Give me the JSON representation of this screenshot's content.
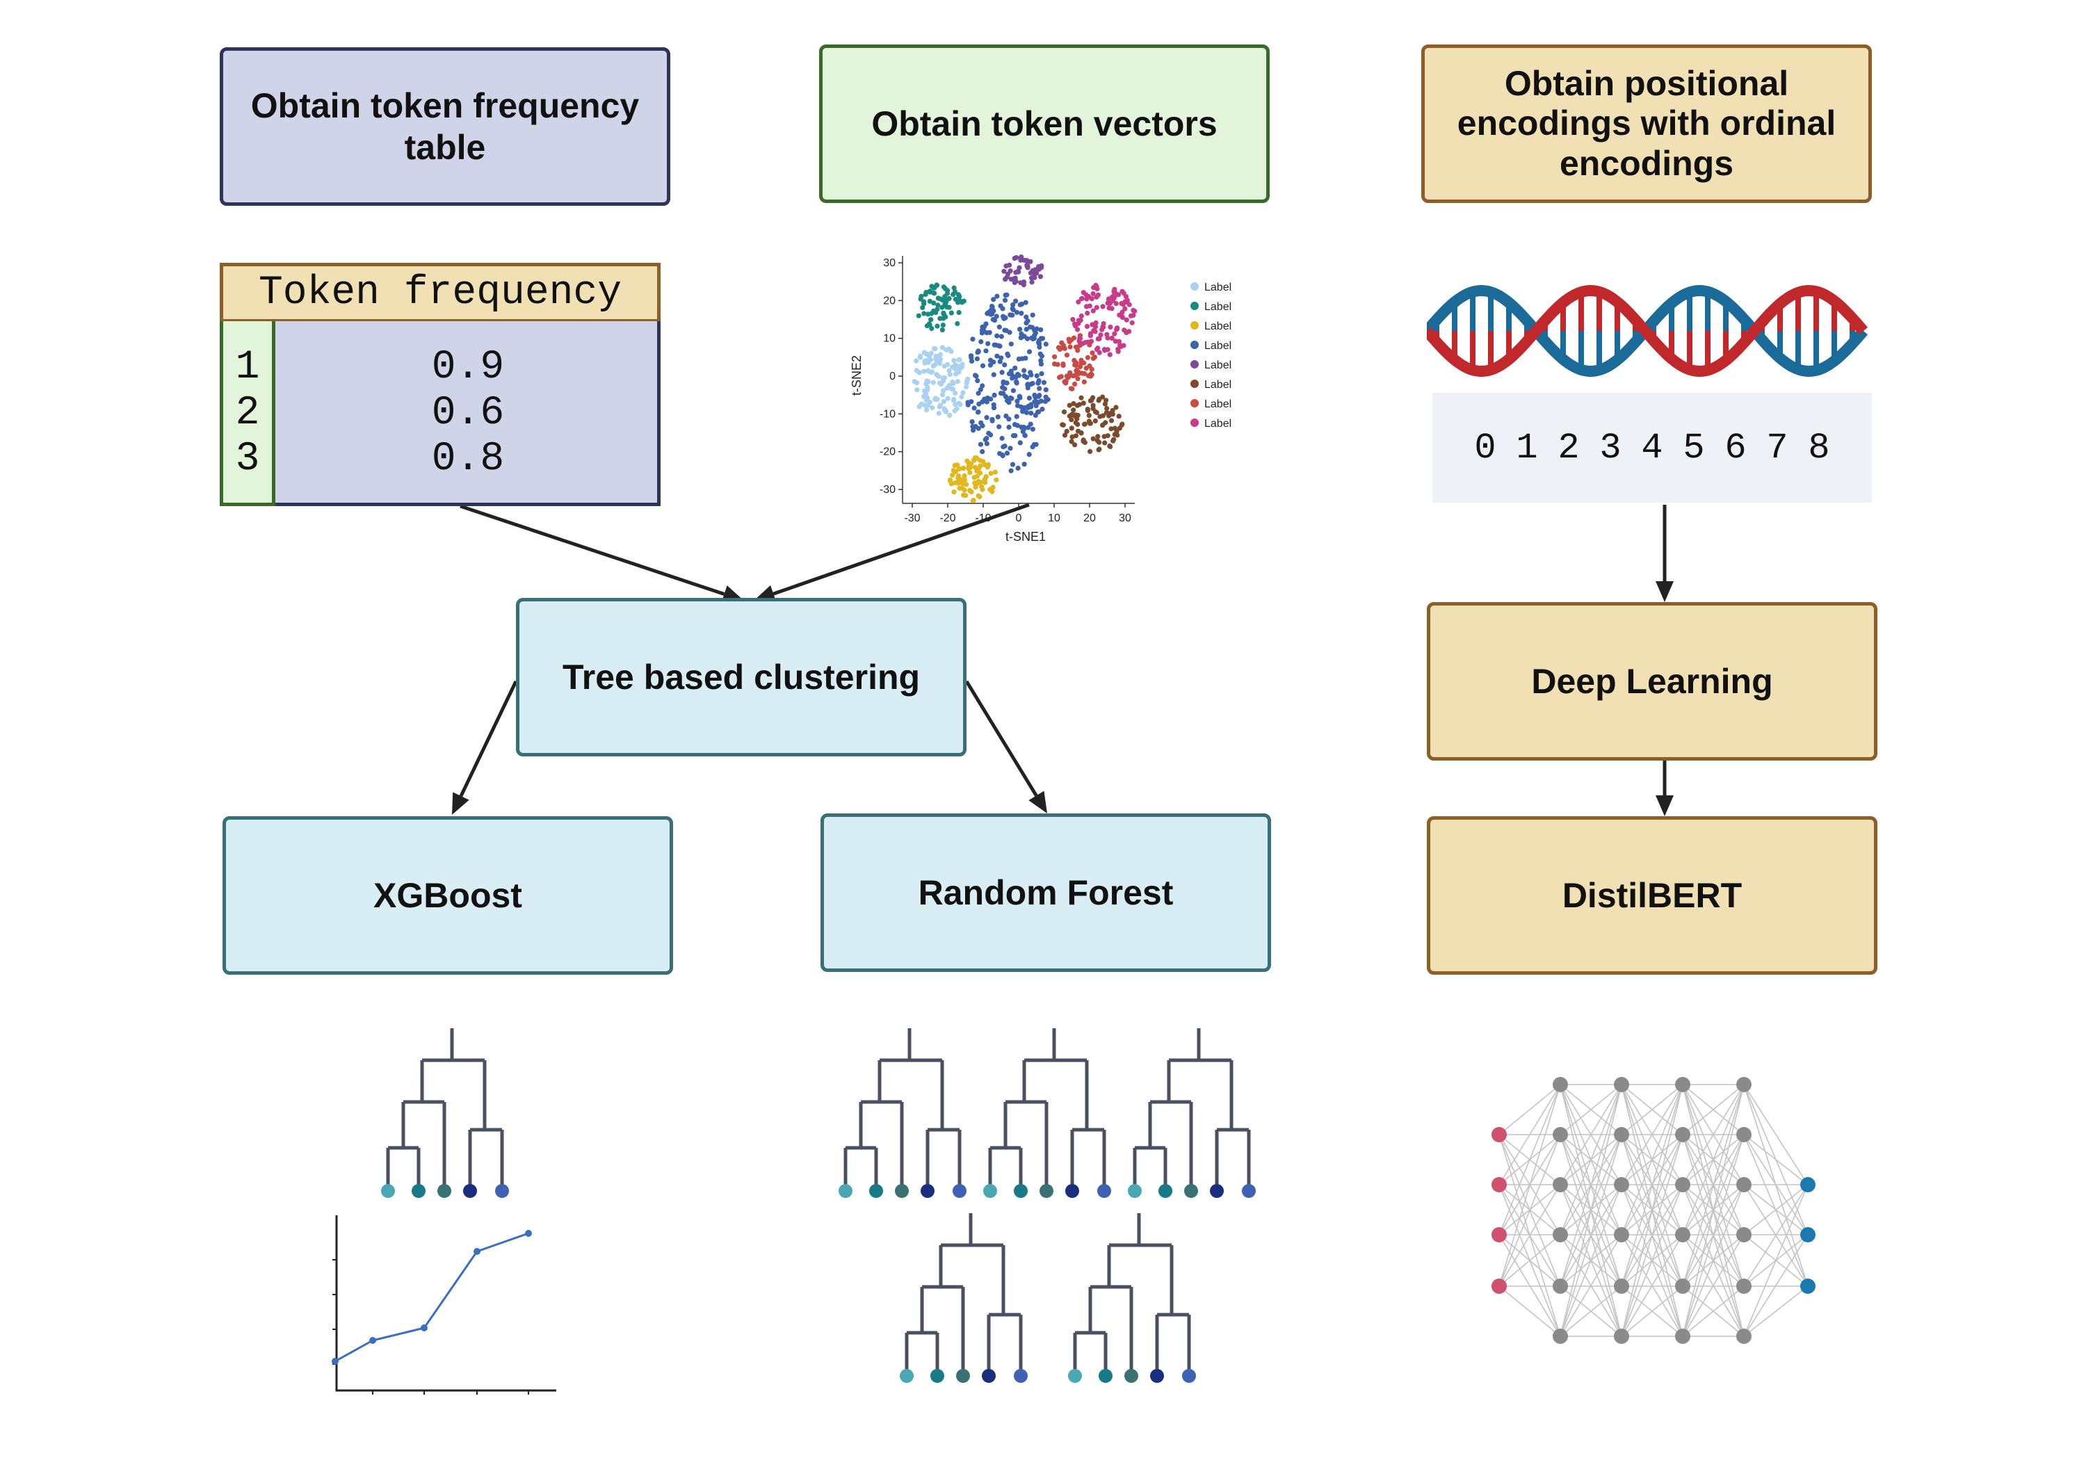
{
  "top_boxes": {
    "frequency": [
      "Obtain token frequency",
      "table"
    ],
    "vectors": "Obtain token vectors",
    "positional": [
      "Obtain positional",
      "encodings with ordinal",
      "encodings"
    ]
  },
  "freq_table": {
    "header": "Token frequency",
    "rows": [
      {
        "index": "1",
        "value": "0.9"
      },
      {
        "index": "2",
        "value": "0.6"
      },
      {
        "index": "3",
        "value": "0.8"
      }
    ]
  },
  "tsne": {
    "xlabel": "t-SNE1",
    "ylabel": "t-SNE2",
    "xticks": [
      "-30",
      "-20",
      "-10",
      "0",
      "10",
      "20",
      "30"
    ],
    "yticks": [
      "30",
      "20",
      "10",
      "0",
      "-10",
      "-20",
      "-30"
    ],
    "legend": [
      {
        "label": "Label",
        "color": "#a9d2f0"
      },
      {
        "label": "Label",
        "color": "#1a8a80"
      },
      {
        "label": "Label",
        "color": "#e0b81e"
      },
      {
        "label": "Label",
        "color": "#3d63ad"
      },
      {
        "label": "Label",
        "color": "#7b4a98"
      },
      {
        "label": "Label",
        "color": "#7a4a2c"
      },
      {
        "label": "Label",
        "color": "#c94a44"
      },
      {
        "label": "Label",
        "color": "#c83a8a"
      }
    ]
  },
  "ordinal_digits": [
    "0",
    "1",
    "2",
    "3",
    "4",
    "5",
    "6",
    "7",
    "8"
  ],
  "middle_boxes": {
    "tree_clustering": "Tree based clustering",
    "deep_learning": "Deep Learning"
  },
  "model_boxes": {
    "xgboost": "XGBoost",
    "random_forest": "Random Forest",
    "distilbert": "DistilBERT"
  },
  "colors": {
    "frequency_fill": "#d0d4e8",
    "vectors_fill": "#e2f4da",
    "positional_fill": "#f0e0b4",
    "tree_fill": "#d8eef4",
    "dna_red": "#c0282c",
    "dna_blue": "#1a6a9a",
    "nn_input": "#d0506e",
    "nn_hidden": "#8a8a8a",
    "nn_output": "#1a7ab0",
    "line_chart": "#3a6ec0"
  },
  "icons": [
    "dendrogram-icon",
    "line-chart-icon",
    "dna-helix-icon",
    "neural-network-icon",
    "tsne-scatter-icon"
  ]
}
